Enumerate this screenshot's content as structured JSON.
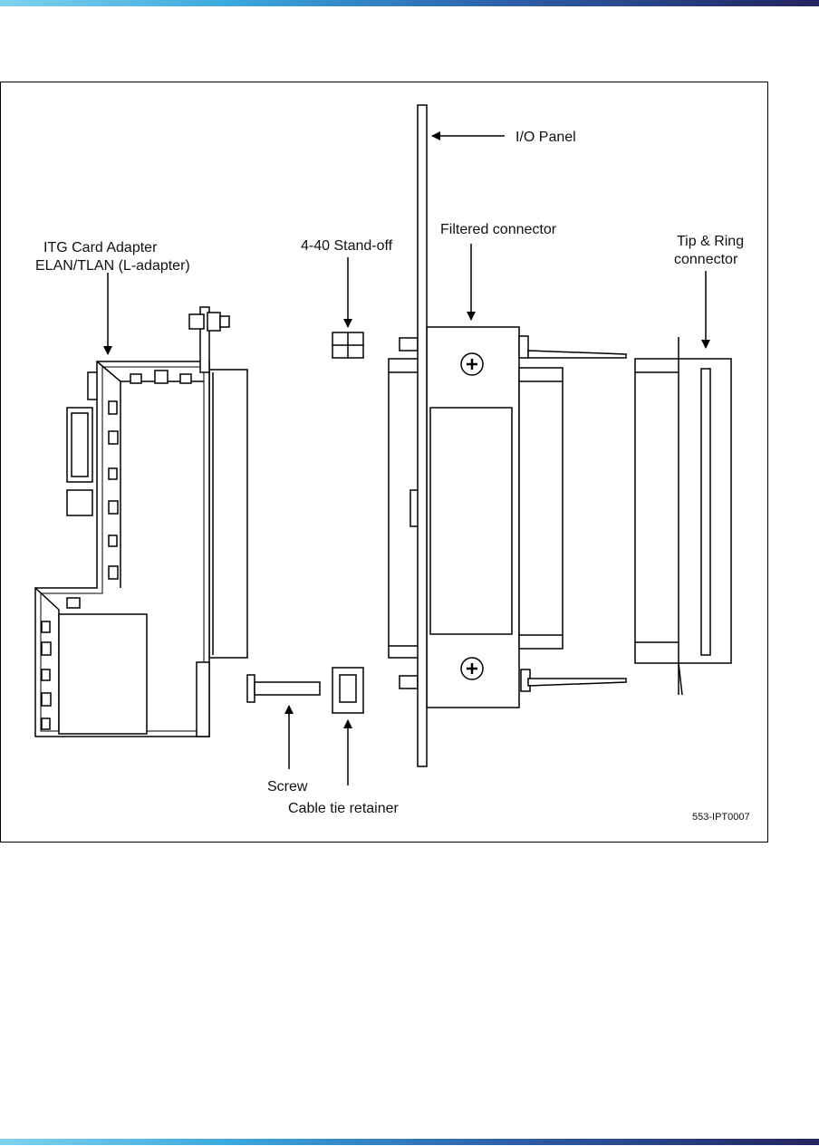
{
  "header_band": {
    "colors": [
      "#7fd3ee",
      "#3aa9dc",
      "#2c5fa8",
      "#23235f"
    ]
  },
  "figure": {
    "labels": {
      "io_panel": "I/O Panel",
      "filtered_connector": "Filtered connector",
      "standoff": "4-40 Stand-off",
      "itg_adapter_line1": "ITG Card Adapter",
      "itg_adapter_line2": "ELAN/TLAN (L-adapter)",
      "tip_ring_line1": "Tip & Ring",
      "tip_ring_line2": "connector",
      "screw": "Screw",
      "cable_tie": "Cable tie retainer"
    },
    "figure_id": "553-IPT0007"
  }
}
